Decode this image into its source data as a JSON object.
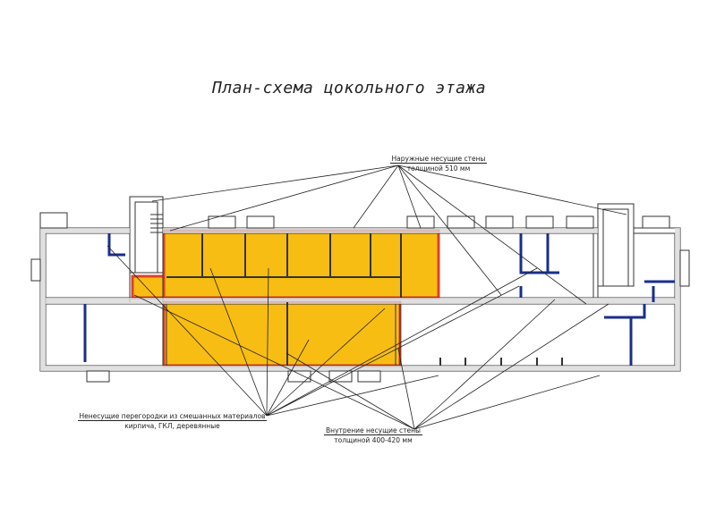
{
  "title": "План-схема цокольного этажа",
  "labels": {
    "outer_walls": {
      "line1": "Наружные несущие стены",
      "line2": "толщиной 510 мм"
    },
    "partitions": {
      "line1": "Ненесущие перегородки из смешанных материалов",
      "line2": "кирпича, ГКЛ, деревянные"
    },
    "inner_walls": {
      "line1": "Внутрение несущие стены",
      "line2": "толщиной 400-420 мм"
    }
  },
  "colors": {
    "wall_fill": "#d9d9d9",
    "wall_stroke": "#333333",
    "highlight": "#f7bd12",
    "highlight_border": "#e0402a",
    "partition": "#1a2e8c"
  }
}
